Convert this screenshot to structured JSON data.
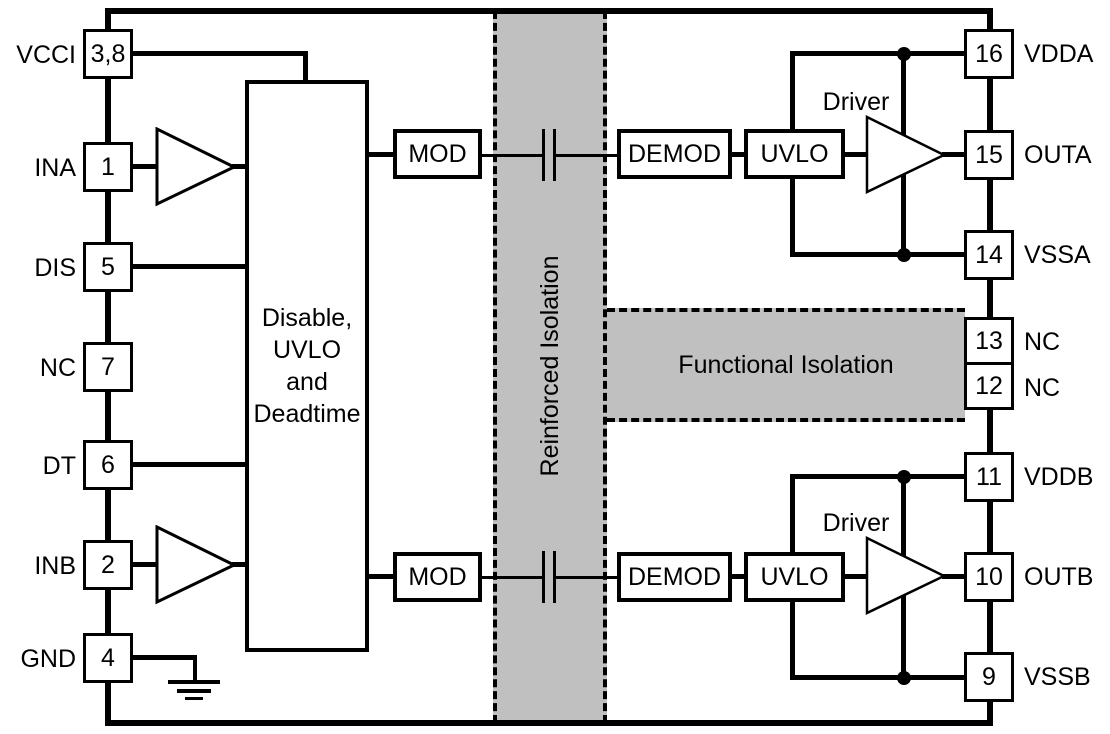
{
  "diagram": {
    "left_pins": [
      {
        "name": "VCCI",
        "number": "3,8"
      },
      {
        "name": "INA",
        "number": "1"
      },
      {
        "name": "DIS",
        "number": "5"
      },
      {
        "name": "NC",
        "number": "7"
      },
      {
        "name": "DT",
        "number": "6"
      },
      {
        "name": "INB",
        "number": "2"
      },
      {
        "name": "GND",
        "number": "4"
      }
    ],
    "right_pins": [
      {
        "number": "16",
        "name": "VDDA"
      },
      {
        "number": "15",
        "name": "OUTA"
      },
      {
        "number": "14",
        "name": "VSSA"
      },
      {
        "number": "13",
        "name": "NC"
      },
      {
        "number": "12",
        "name": "NC"
      },
      {
        "number": "11",
        "name": "VDDB"
      },
      {
        "number": "10",
        "name": "OUTB"
      },
      {
        "number": "9",
        "name": "VSSB"
      }
    ],
    "blocks": {
      "control_line1": "Disable,",
      "control_line2": "UVLO",
      "control_line3": "and",
      "control_line4": "Deadtime",
      "mod_a": "MOD",
      "mod_b": "MOD",
      "demod_a": "DEMOD",
      "demod_b": "DEMOD",
      "uvlo_a": "UVLO",
      "uvlo_b": "UVLO",
      "driver_a": "Driver",
      "driver_b": "Driver"
    },
    "isolation": {
      "reinforced_label": "Reinforced Isolation",
      "functional_label": "Functional Isolation",
      "band_color": "#c0c0c0",
      "line_color": "#000000"
    }
  }
}
